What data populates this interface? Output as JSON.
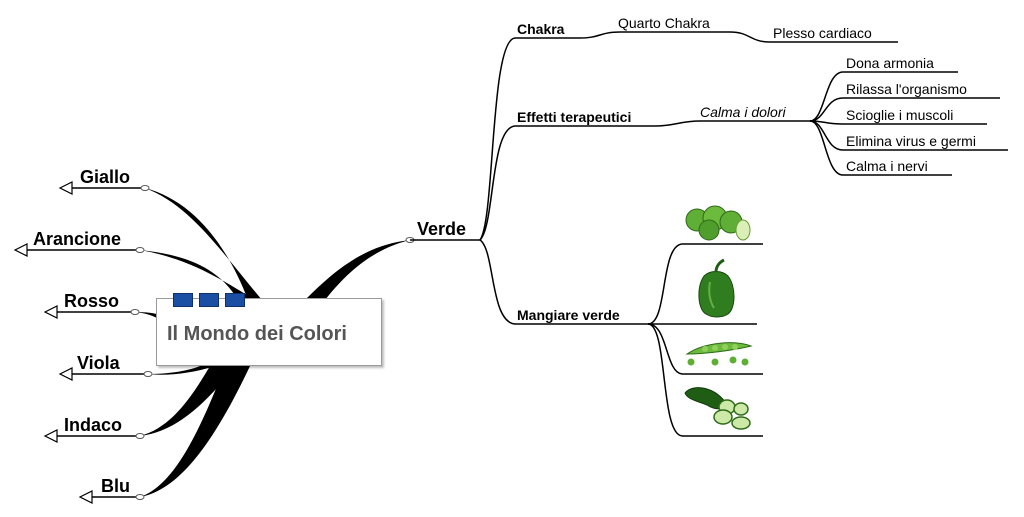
{
  "central": {
    "title": "Il Mondo dei Colori",
    "icons": [
      "note-icon",
      "note-icon",
      "note-icon"
    ],
    "icon_color": "#1a4fa3"
  },
  "left_branches": [
    "Giallo",
    "Arancione",
    "Rosso",
    "Viola",
    "Indaco",
    "Blu"
  ],
  "verde": {
    "label": "Verde",
    "chakra": {
      "label": "Chakra",
      "child": "Quarto Chakra",
      "grandchild": "Plesso cardiaco"
    },
    "effetti": {
      "label": "Effetti terapeutici",
      "child": "Calma i dolori",
      "items": [
        "Dona armonia",
        "Rilassa l'organismo",
        "Scioglie i muscoli",
        "Elimina virus e germi",
        "Calma i nervi"
      ]
    },
    "mangiare": {
      "label": "Mangiare verde",
      "images": [
        "green-apples-image",
        "green-pepper-image",
        "green-peas-image",
        "cucumber-image"
      ]
    }
  },
  "colors": {
    "line": "#000000",
    "vegetable_green": "#3f9a2a",
    "vegetable_dark": "#1f5c14"
  }
}
